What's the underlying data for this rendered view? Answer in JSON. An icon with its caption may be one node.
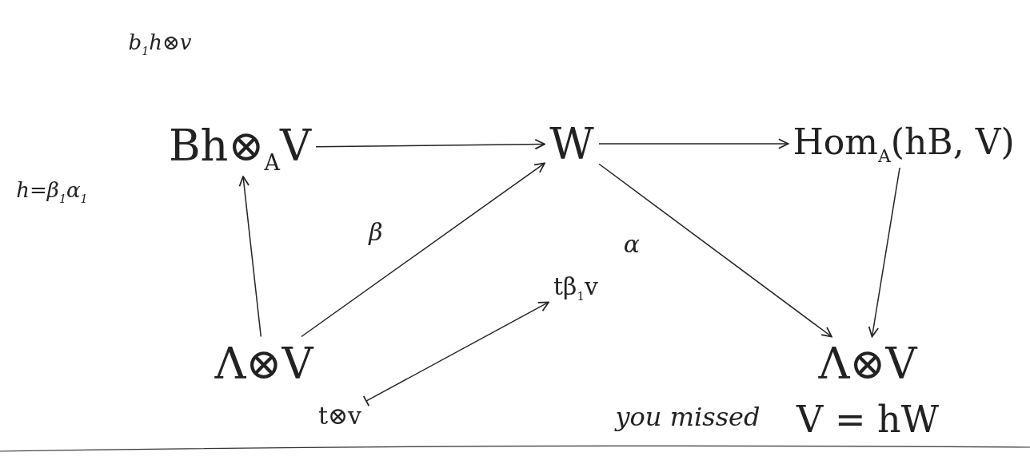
{
  "diagram": {
    "nodes": [
      {
        "text": [
          "Bh⊗$_{A}$V"
        ]
      },
      {
        "text": [
          "W"
        ]
      },
      {
        "text": [
          "Hom$_{A}$(hB, V)"
        ]
      },
      {
        "text": [
          "Λ⊗V"
        ]
      },
      {
        "text": [
          "Λ⊗V"
        ]
      },
      {
        "text": [
          "t⊗v"
        ]
      },
      {
        "text": [
          "tβ$_{1}$v"
        ]
      }
    ],
    "edges": [
      {
        "from": 0,
        "to": 1,
        "arrow": "to"
      },
      {
        "from": 1,
        "to": 2,
        "arrow": "to"
      },
      {
        "from": 3,
        "to": 0,
        "arrow": "to"
      },
      {
        "from": 3,
        "to": 1,
        "arrow": "to",
        "label": "β"
      },
      {
        "from": 1,
        "to": 4,
        "arrow": "to",
        "label": "α"
      },
      {
        "from": 2,
        "to": 4,
        "arrow": "to"
      },
      {
        "from": 5,
        "to": 6,
        "arrow": "to"
      }
    ],
    "labels": [
      "b$_{1}$h⊗v",
      "h=β$_{1}$α$_{1}$",
      "you missed",
      "V = hW"
    ]
  }
}
